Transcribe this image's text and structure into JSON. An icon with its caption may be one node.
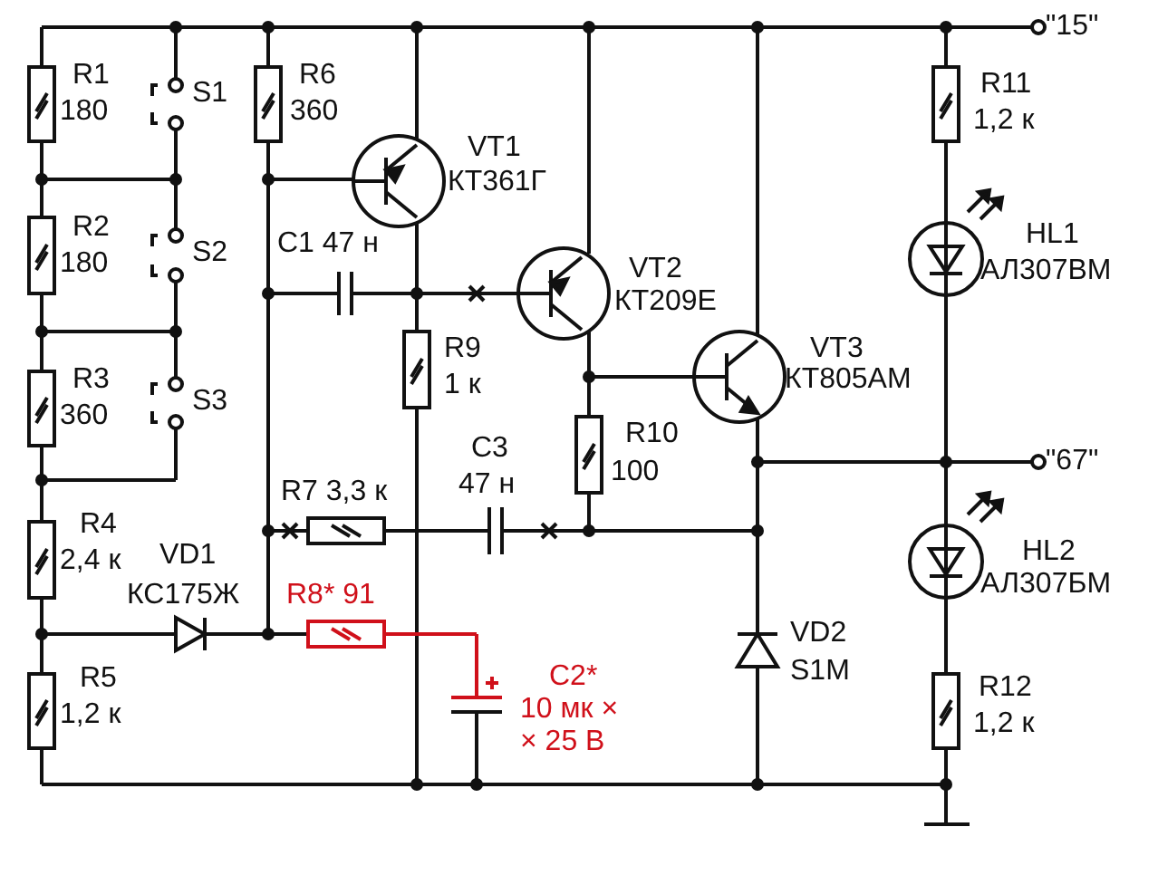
{
  "diagram": {
    "labels": [
      "\"15\"",
      "R1",
      "180",
      "S1",
      "R6",
      "360",
      "VT1",
      "КТ361Г",
      "R11",
      "1,2 к",
      "HL1",
      "АЛ307ВМ",
      "R2",
      "180",
      "S2",
      "C1 47 н",
      "VT2",
      "КТ209Е",
      "R3",
      "360",
      "S3",
      "R9",
      "1 к",
      "VT3",
      "КТ805АМ",
      "R10",
      "100",
      "C3",
      "47 н",
      "\"67\"",
      "R7 3,3 к",
      "R4",
      "2,4 к",
      "VD1",
      "КС175Ж",
      "R8* 91",
      "HL2",
      "АЛ307БМ",
      "C2*",
      "10 мк × × 25 В",
      "VD2",
      "S1M",
      "R5",
      "1,2 к",
      "R12",
      "1,2 к"
    ]
  }
}
